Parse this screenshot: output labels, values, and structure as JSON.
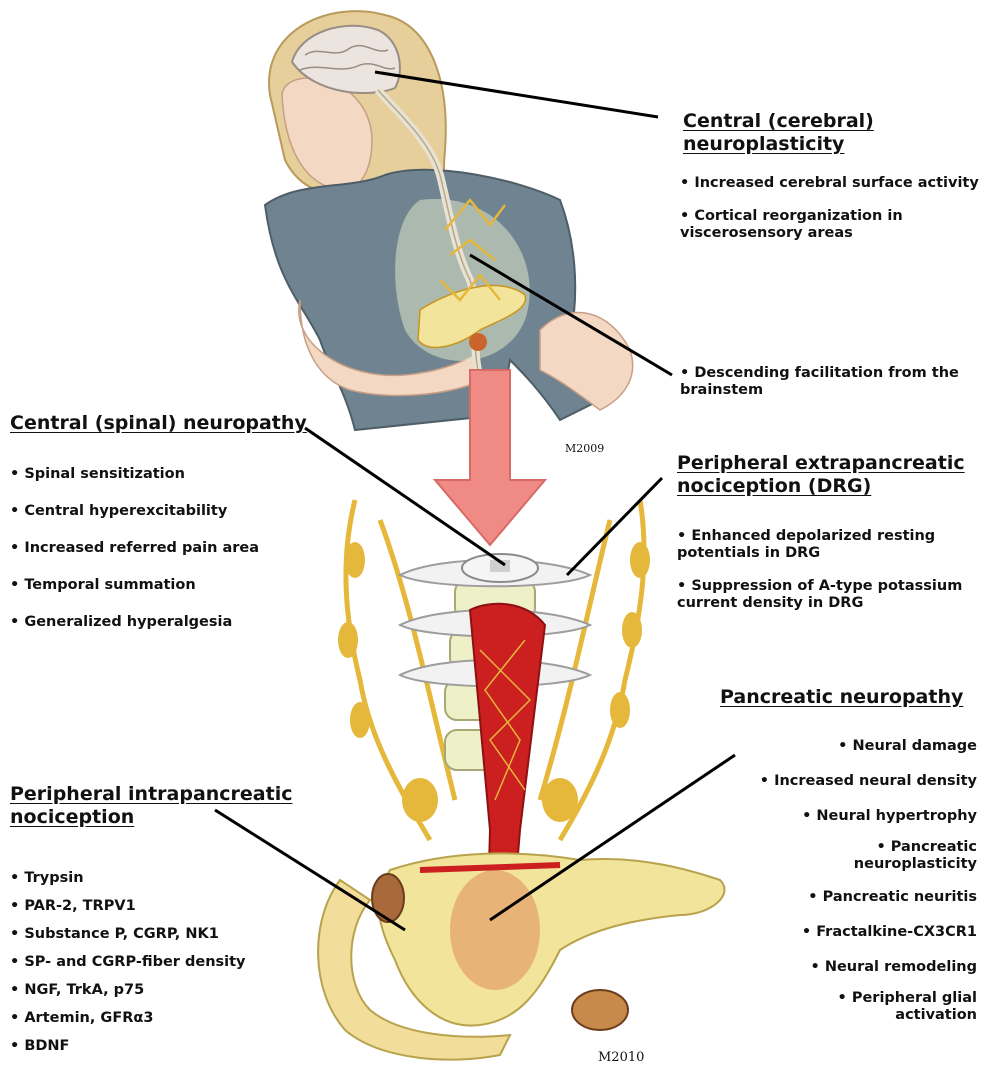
{
  "central_cerebral": {
    "title_lines": [
      "Central (cerebral)",
      "neuroplasticity"
    ],
    "items": [
      "• Increased cerebral surface activity",
      "• Cortical reorganization in viscerosensory areas"
    ]
  },
  "descending": "• Descending facilitation from the brainstem",
  "central_spinal": {
    "title": "Central (spinal) neuropathy",
    "items": [
      "• Spinal sensitization",
      "• Central hyperexcitability",
      "• Increased referred pain area",
      "• Temporal summation",
      "• Generalized hyperalgesia"
    ]
  },
  "peripheral_extra": {
    "title_lines": [
      "Peripheral extrapancreatic",
      "nociception (DRG)"
    ],
    "items": [
      "• Enhanced depolarized resting potentials in DRG",
      "• Suppression of A-type potassium current density in DRG"
    ]
  },
  "pancreatic_neuropathy": {
    "title": "Pancreatic neuropathy",
    "items": [
      "• Neural damage",
      "• Increased neural density",
      "• Neural hypertrophy",
      "• Pancreatic neuroplasticity",
      "• Pancreatic neuritis",
      "• Fractalkine-CX3CR1",
      "• Neural remodeling",
      "• Peripheral glial activation"
    ]
  },
  "peripheral_intra": {
    "title_lines": [
      "Peripheral intrapancreatic",
      "nociception"
    ],
    "items": [
      "• Trypsin",
      "• PAR-2, TRPV1",
      "• Substance P,  CGRP, NK1",
      "• SP- and CGRP-fiber density",
      "• NGF, TrkA, p75",
      "• Artemin, GFRα3",
      "• BDNF"
    ]
  },
  "signatures": [
    "M2009",
    "M2010"
  ],
  "colors": {
    "nerve": "#e5b73a",
    "nerve_dark": "#c9951f",
    "artery": "#cc1f1f",
    "pancreas": "#f2e49a",
    "arrow": "#f08a84",
    "shirt": "#6f8490",
    "hair": "#e6cf9a",
    "skin": "#f3d9c4",
    "brain": "#ece4df"
  }
}
